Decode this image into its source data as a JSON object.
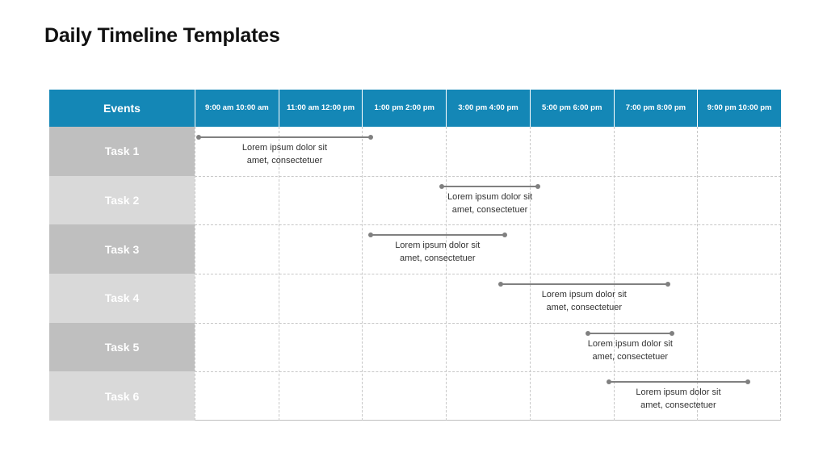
{
  "page": {
    "title": "Daily Timeline Templates"
  },
  "colors": {
    "header_bg": "#1487b6",
    "task_dark": "#bfbfbf",
    "task_light": "#d9d9d9",
    "bar": "#808080"
  },
  "header": {
    "events_label": "Events",
    "time_columns": [
      "9:00 am 10:00 am",
      "11:00 am 12:00 pm",
      "1:00 pm 2:00 pm",
      "3:00 pm 4:00 pm",
      "5:00 pm 6:00 pm",
      "7:00 pm 8:00 pm",
      "9:00 pm 10:00 pm"
    ]
  },
  "tasks": [
    {
      "label": "Task 1",
      "start": 0.05,
      "end": 2.1,
      "text_line1": "Lorem ipsum dolor sit",
      "text_line2": "amet, consectetuer"
    },
    {
      "label": "Task 2",
      "start": 2.95,
      "end": 4.1,
      "text_line1": "Lorem ipsum dolor sit",
      "text_line2": "amet, consectetuer"
    },
    {
      "label": "Task 3",
      "start": 2.1,
      "end": 3.7,
      "text_line1": "Lorem ipsum dolor sit",
      "text_line2": "amet, consectetuer"
    },
    {
      "label": "Task 4",
      "start": 3.65,
      "end": 5.65,
      "text_line1": "Lorem ipsum dolor sit",
      "text_line2": "amet, consectetuer"
    },
    {
      "label": "Task 5",
      "start": 4.7,
      "end": 5.7,
      "text_line1": "Lorem ipsum dolor sit",
      "text_line2": "amet, consectetuer"
    },
    {
      "label": "Task 6",
      "start": 4.95,
      "end": 6.6,
      "text_line1": "Lorem ipsum dolor sit",
      "text_line2": "amet, consectetuer"
    }
  ]
}
